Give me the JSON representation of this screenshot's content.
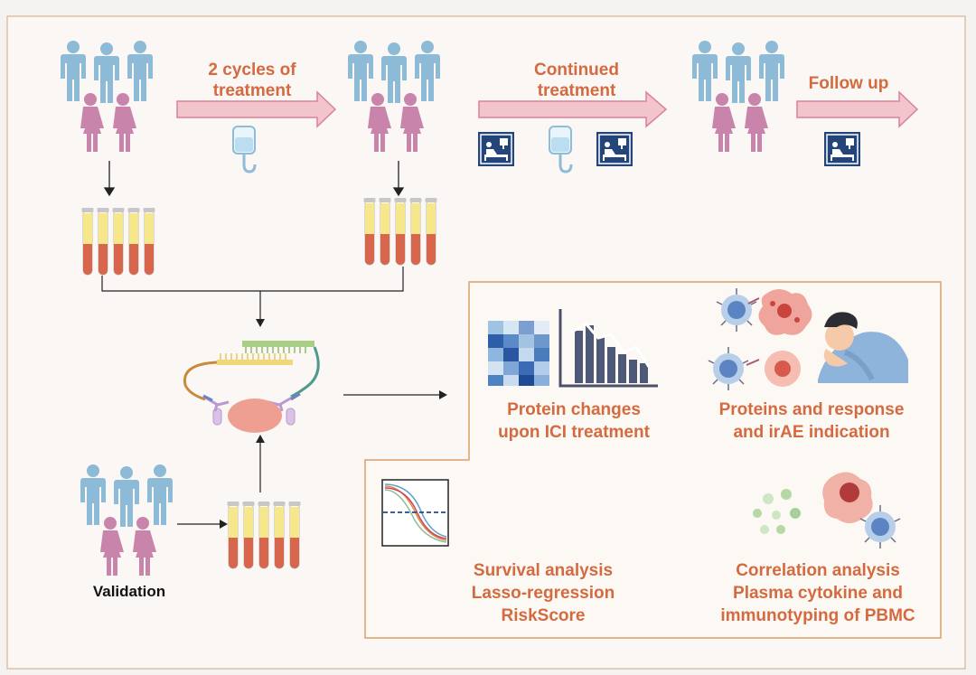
{
  "flow": {
    "step1_line1": "2 cycles of",
    "step1_line2": "treatment",
    "step2_line1": "Continued",
    "step2_line2": "treatment",
    "step3": "Follow up"
  },
  "validation_label": "Validation",
  "results": {
    "protein_changes": [
      "Protein changes",
      "upon ICI treatment"
    ],
    "response": [
      "Proteins and response",
      "and irAE indication"
    ],
    "survival": [
      "Survival analysis",
      "Lasso-regression",
      "RiskScore"
    ],
    "correlation": [
      "Correlation analysis",
      "Plasma cytokine and",
      "immunotyping of PBMC"
    ]
  },
  "colors": {
    "accent_text": "#d46a3f",
    "male_figure": "#8dbad6",
    "female_figure": "#c984ab",
    "arrow_fill": "#f2c4cc",
    "arrow_stroke": "#d9829a",
    "panel_border": "#d9a066",
    "hospital_icon": "#24457a"
  },
  "icons": [
    "people-group-icon",
    "iv-bag-icon",
    "hospital-bed-icon",
    "blood-tube-icon",
    "antibody-assay-icon",
    "heatmap-icon",
    "bar-trend-icon",
    "immune-cell-icon",
    "tumor-cell-icon",
    "patient-coughing-icon",
    "survival-curve-icon",
    "cytokine-dots-icon"
  ]
}
